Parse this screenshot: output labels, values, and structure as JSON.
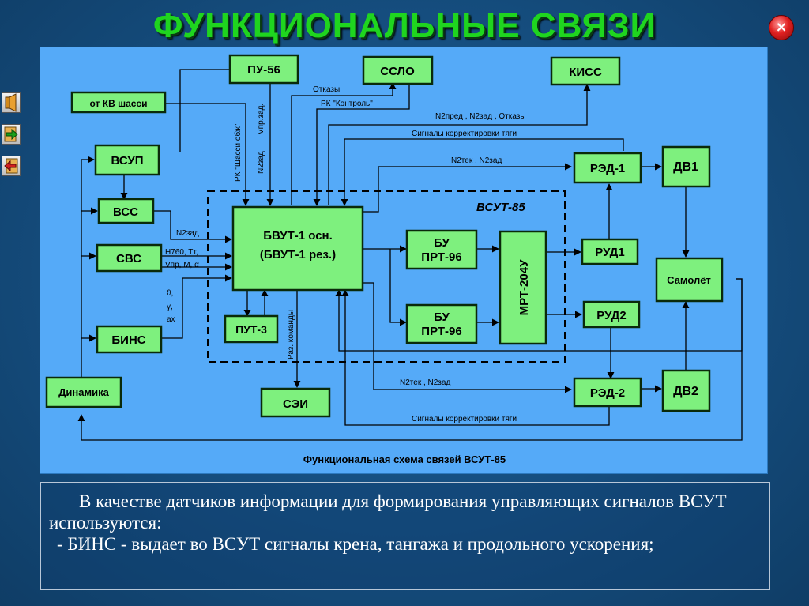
{
  "slide": {
    "title": "ФУНКЦИОНАЛЬНЫЕ СВЯЗИ",
    "close_label": "×"
  },
  "nav": {
    "icons": [
      "sound-icon",
      "forward-arrow-icon",
      "back-arrow-icon"
    ]
  },
  "diagram": {
    "caption": "Функциональная схема связей ВСУТ-85",
    "boundary_label": "ВСУТ-85",
    "blocks": {
      "ot_kv": "от КВ шасси",
      "pu56": "ПУ-56",
      "sslo": "ССЛО",
      "kiss": "КИСС",
      "vsup": "ВСУП",
      "vss": "ВСС",
      "svs": "СВС",
      "bins": "БИНС",
      "dinamika": "Динамика",
      "bvut_1": "БВУТ-1 осн.",
      "bvut_2": "(БВУТ-1 рез.)",
      "put3": "ПУТ-3",
      "sei": "СЭИ",
      "bu1_1": "БУ",
      "bu1_2": "ПРТ-96",
      "bu2_1": "БУ",
      "bu2_2": "ПРТ-96",
      "mrt": "МРТ-204У",
      "red1": "РЭД-1",
      "red2": "РЭД-2",
      "rud1": "РУД1",
      "rud2": "РУД2",
      "dv1": "ДВ1",
      "dv2": "ДВ2",
      "samolet": "Самолёт"
    },
    "labels": {
      "otkazy": "Отказы",
      "rk_kontrol": "РК \"Контроль\"",
      "n2_top": "N2пред , N2зад , Отказы",
      "sig_top": "Сигналы корректировки тяги",
      "n2tek_top": "N2тек , N2зад",
      "n2zad": "N2зад",
      "svs_sig_1": "H760, Tт,",
      "svs_sig_2": "Vпр, M, α",
      "bins_sig_1": "ϑ,",
      "bins_sig_2": "γ,",
      "bins_sig_3": "ax",
      "rk_shassi": "РК \"Шасси обж\"",
      "n2zad_v": "N2зад",
      "vprzad": "Vпр.зад.",
      "raz_komandy": "Раз. команды",
      "n2tek_bottom": "N2тек , N2зад",
      "sig_bottom": "Сигналы корректировки тяги"
    }
  },
  "caption_text": {
    "line1": "В качестве датчиков информации  для  формирования управляющих сигналов ВСУТ используются:",
    "line2": "- БИНС - выдает во ВСУТ сигналы крена, тангажа и  продольного ускорения;"
  },
  "colors": {
    "background": "#154d7e",
    "title": "#1fd51f",
    "panel": "#55aaf8",
    "block_fill": "#7ef07e",
    "block_stroke": "#0a2a0a",
    "caption_text": "#ffffff"
  }
}
